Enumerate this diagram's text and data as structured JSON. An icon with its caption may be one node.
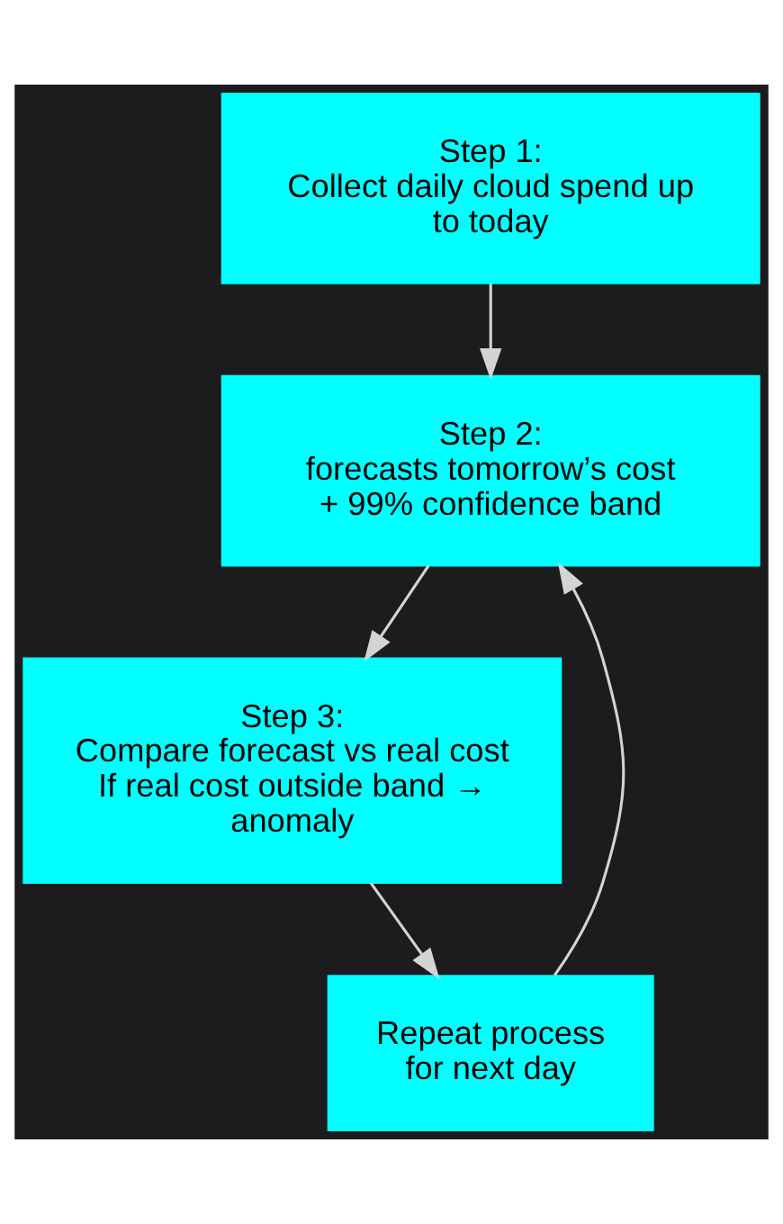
{
  "diagram": {
    "nodes": [
      {
        "text": [
          "Step 1:",
          "Collect daily cloud spend up to today"
        ]
      },
      {
        "text": [
          "Step 2:",
          "forecasts tomorrow’s cost",
          "+ 99% confidence band"
        ]
      },
      {
        "text": [
          "Step 3:",
          "Compare forecast vs real cost",
          "If real cost outside band → anomaly"
        ]
      },
      {
        "text": [
          "Repeat process for next day"
        ]
      }
    ],
    "edges": [
      {
        "from": 0,
        "to": 1,
        "arrow": "to"
      },
      {
        "from": 1,
        "to": 2,
        "arrow": "to"
      },
      {
        "from": 2,
        "to": 3,
        "arrow": "to"
      },
      {
        "from": 3,
        "to": 1,
        "arrow": "to"
      }
    ]
  }
}
